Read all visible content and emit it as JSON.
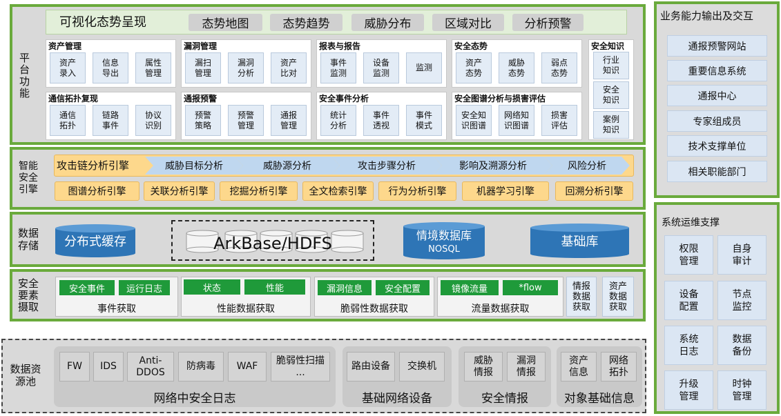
{
  "platform": {
    "label": "平台功能",
    "header": [
      "可视化态势呈现",
      "态势地图",
      "态势趋势",
      "威胁分布",
      "区域对比",
      "分析预警"
    ],
    "groups": [
      {
        "title": "资产管理",
        "items": [
          "资产\n录入",
          "信息\n导出",
          "属性\n管理"
        ]
      },
      {
        "title": "漏洞管理",
        "items": [
          "漏扫\n管理",
          "漏洞\n分析",
          "资产\n比对"
        ]
      },
      {
        "title": "报表与报告",
        "items": [
          "事件\n监测",
          "设备\n监测",
          "监测"
        ]
      },
      {
        "title": "安全态势",
        "items": [
          "资产\n态势",
          "威胁\n态势",
          "弱点\n态势"
        ]
      },
      {
        "title": "通信拓扑复现",
        "items": [
          "通信\n拓扑",
          "链路\n事件",
          "协议\n识别"
        ]
      },
      {
        "title": "通报预警",
        "items": [
          "预警\n策略",
          "预警\n管理",
          "通报\n管理"
        ]
      },
      {
        "title": "安全事件分析",
        "items": [
          "统计\n分析",
          "事件\n透视",
          "事件\n模式"
        ]
      },
      {
        "title": "安全图谱分析与损害评估",
        "items": [
          "安全知\n识图谱",
          "网络知\n识图谱",
          "损害\n评估"
        ]
      }
    ],
    "knowledge": {
      "title": "安全知识",
      "items": [
        "行业\n知识",
        "安全\n知识",
        "案例\n知识"
      ]
    }
  },
  "engine": {
    "label": "智能安全引擎",
    "chain_title": "攻击链分析引擎",
    "chain": [
      "威胁目标分析",
      "威胁源分析",
      "攻击步骤分析",
      "影响及溯源分析",
      "风险分析"
    ],
    "engines": [
      "图谱分析引擎",
      "关联分析引擎",
      "挖掘分析引擎",
      "全文检索引擎",
      "行为分析引擎",
      "机器学习引擎",
      "回溯分析引擎"
    ]
  },
  "storage": {
    "label": "数据存储",
    "cache": "分布式缓存",
    "hdfs": "ArkBase/HDFS",
    "context_db": "情境数据库",
    "context_db_sub": "NOSQL",
    "base_db": "基础库"
  },
  "elements": {
    "label": "安全要素摄取",
    "groups": [
      {
        "buttons": [
          "安全事件",
          "运行日志"
        ],
        "caption": "事件获取"
      },
      {
        "buttons": [
          "状态",
          "性能"
        ],
        "caption": "性能数据获取"
      },
      {
        "buttons": [
          "漏洞信息",
          "安全配置"
        ],
        "caption": "脆弱性数据获取"
      },
      {
        "buttons": [
          "镜像流量",
          "*flow"
        ],
        "caption": "流量数据获取"
      }
    ],
    "extra": [
      "情报\n数据\n获取",
      "资产\n数据\n获取"
    ]
  },
  "pool": {
    "label": "数据资源池",
    "groups": [
      {
        "items": [
          "FW",
          "IDS",
          "Anti-\nDDOS",
          "防病毒",
          "WAF",
          "脆弱性扫描\n..."
        ],
        "caption": "网络中安全日志"
      },
      {
        "items": [
          "路由设备",
          "交换机"
        ],
        "caption": "基础网络设备"
      },
      {
        "items": [
          "威胁\n情报",
          "漏洞\n情报"
        ],
        "caption": "安全情报"
      },
      {
        "items": [
          "资产\n信息",
          "网络\n拓扑"
        ],
        "caption": "对象基础信息"
      }
    ]
  },
  "business": {
    "title": "业务能力输出及交互",
    "items": [
      "通报预警网站",
      "重要信息系统",
      "通报中心",
      "专家组成员",
      "技术支撑单位",
      "相关职能部门"
    ]
  },
  "ops": {
    "title": "系统运维支撑",
    "items": [
      "权限\n管理",
      "自身\n审计",
      "设备\n配置",
      "节点\n监控",
      "系统\n日志",
      "数据\n备份",
      "升级\n管理",
      "时钟\n管理"
    ]
  }
}
